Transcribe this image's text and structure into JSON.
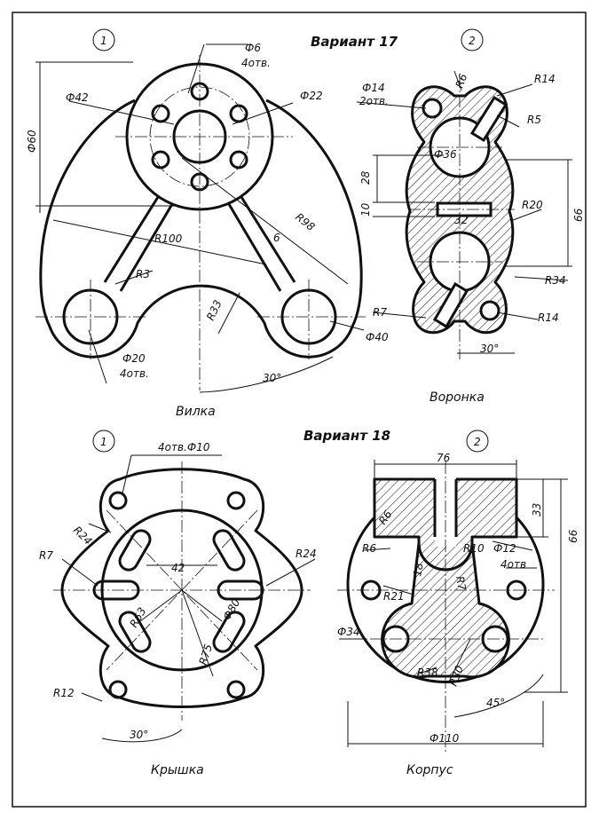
{
  "variant17": {
    "heading": "Вариант 17",
    "fig1": {
      "number": "1",
      "caption": "Вилка",
      "dims": {
        "d6": "Ф6",
        "d6_note": "4отв.",
        "d42": "Ф42",
        "d22": "Ф22",
        "d60": "Ф60",
        "r100": "R100",
        "r98": "R98",
        "w6": "6",
        "r3": "R3",
        "r33": "R33",
        "d20": "Ф20",
        "d20_note": "4отв.",
        "d40": "Ф40",
        "a30": "30°"
      }
    },
    "fig2": {
      "number": "2",
      "caption": "Воронка",
      "dims": {
        "r6": "R6",
        "r14a": "R14",
        "d14": "Ф14",
        "d14_note": "2отв.",
        "r5": "R5",
        "d36": "Ф36",
        "h28": "28",
        "h10": "10",
        "w32": "32",
        "r20": "R20",
        "h66": "66",
        "r34": "R34",
        "r7": "R7",
        "r14b": "R14",
        "a30": "30°"
      }
    }
  },
  "variant18": {
    "heading": "Вариант 18",
    "fig1": {
      "number": "1",
      "caption": "Крышка",
      "dims": {
        "d10": "4отв.Ф10",
        "r24a": "R24",
        "r24b": "R24",
        "r7": "R7",
        "w42": "42",
        "r63": "R63",
        "d80": "Ф80",
        "r75": "R75",
        "r12": "R12",
        "a30": "30°"
      }
    },
    "fig2": {
      "number": "2",
      "caption": "Корпус",
      "dims": {
        "w76": "76",
        "h33": "33",
        "h66": "66",
        "r6a": "R6",
        "r6b": "R6",
        "r10": "R10",
        "d12": "Ф12",
        "d12_note": "4отв",
        "h18": "18",
        "r7": "R7",
        "r21": "R21",
        "d34": "Ф34",
        "r38": "R38",
        "r30": "R30",
        "a45": "45°",
        "d110": "Ф110"
      }
    }
  }
}
